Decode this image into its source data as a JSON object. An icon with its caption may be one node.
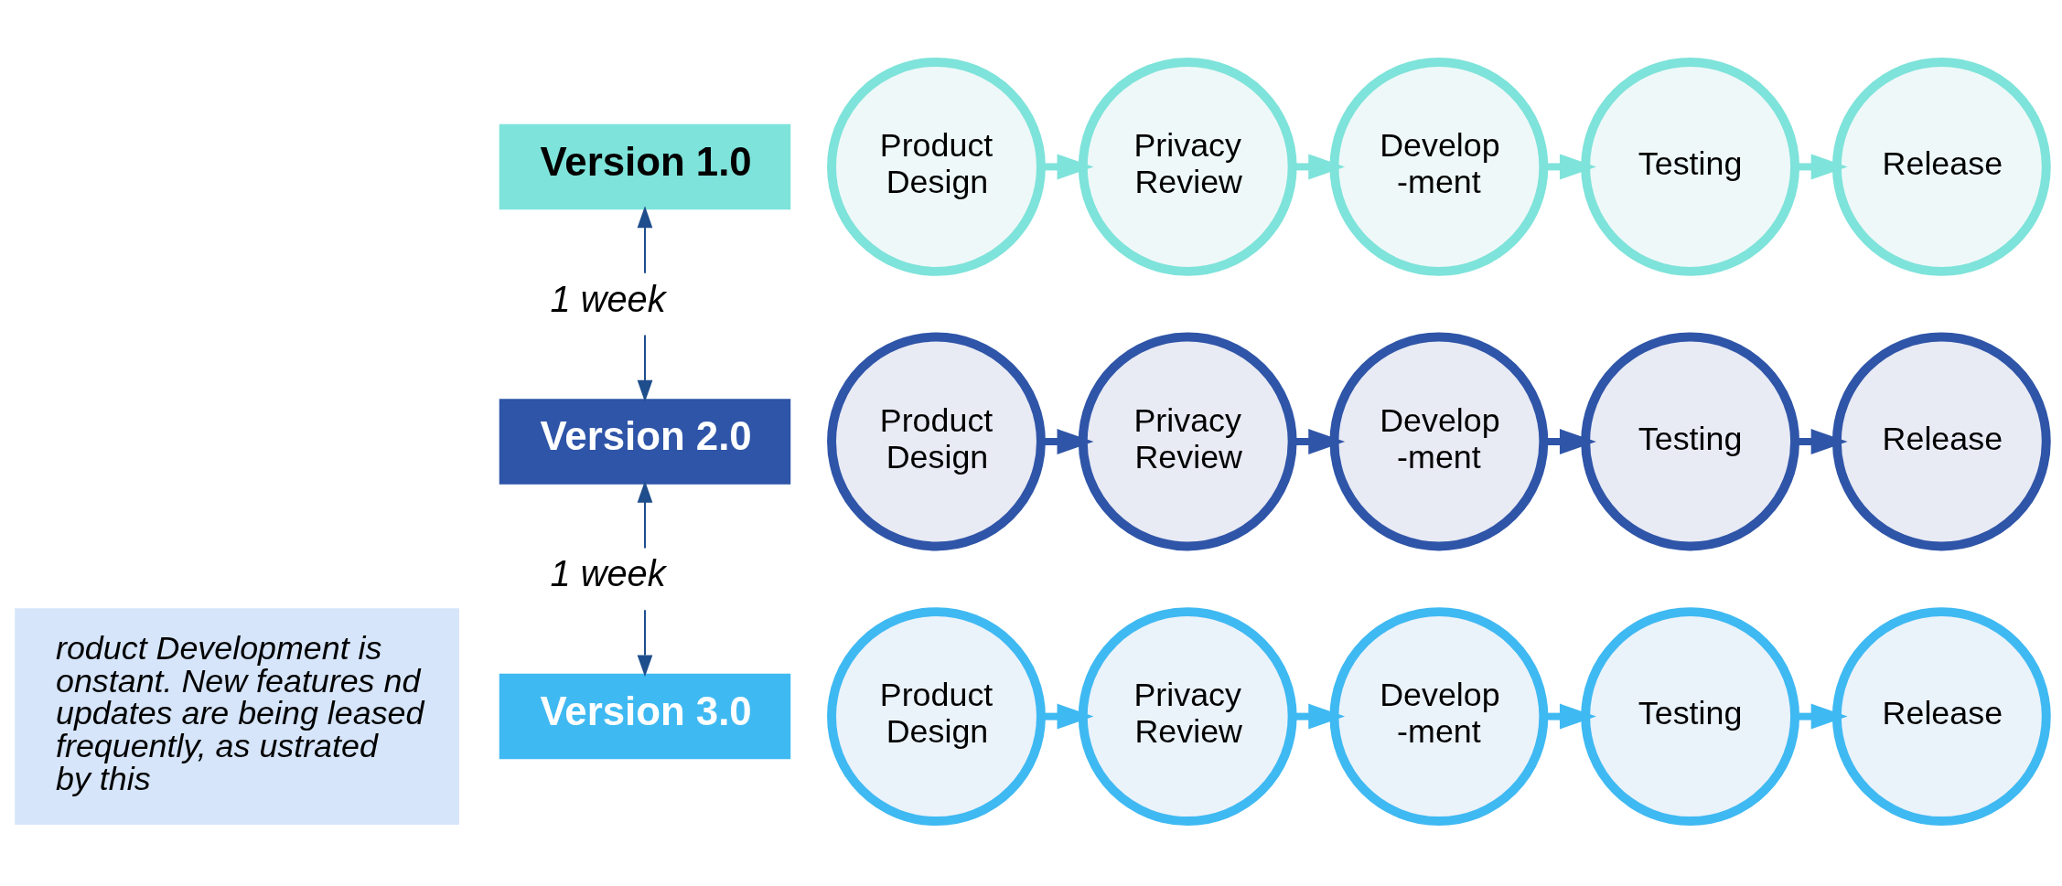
{
  "diagram": {
    "nodes": [
      {
        "text": [
          "Version 1.0"
        ]
      },
      {
        "text": [
          "Product Design"
        ]
      },
      {
        "text": [
          "Privacy Review"
        ]
      },
      {
        "text": [
          "Develop -ment"
        ]
      },
      {
        "text": [
          "Testing"
        ]
      },
      {
        "text": [
          "Release"
        ]
      },
      {
        "text": [
          "Version 2.0"
        ]
      },
      {
        "text": [
          "Product Design"
        ]
      },
      {
        "text": [
          "Privacy Review"
        ]
      },
      {
        "text": [
          "Develop -ment"
        ]
      },
      {
        "text": [
          "Testing"
        ]
      },
      {
        "text": [
          "Release"
        ]
      },
      {
        "text": [
          "Version 3.0"
        ]
      },
      {
        "text": [
          "Product Design"
        ]
      },
      {
        "text": [
          "Privacy Review"
        ]
      },
      {
        "text": [
          "Develop -ment"
        ]
      },
      {
        "text": [
          "Testing"
        ]
      },
      {
        "text": [
          "Release"
        ]
      },
      {
        "text": [
          "roduct Development is onstant. New features nd updates are being leased frequently, as ustrated by this"
        ]
      }
    ],
    "edges": [
      {
        "from": 1,
        "to": 2,
        "arrow": "to",
        "color": "#7ee3da"
      },
      {
        "from": 2,
        "to": 3,
        "arrow": "to",
        "color": "#7ee3da"
      },
      {
        "from": 3,
        "to": 4,
        "arrow": "to",
        "color": "#7ee3da"
      },
      {
        "from": 4,
        "to": 5,
        "arrow": "to",
        "color": "#7ee3da"
      },
      {
        "from": 7,
        "to": 8,
        "arrow": "to",
        "color": "#2f55a8"
      },
      {
        "from": 8,
        "to": 9,
        "arrow": "to",
        "color": "#2f55a8"
      },
      {
        "from": 9,
        "to": 10,
        "arrow": "to",
        "color": "#2f55a8"
      },
      {
        "from": 10,
        "to": 11,
        "arrow": "to",
        "color": "#2f55a8"
      },
      {
        "from": 13,
        "to": 14,
        "arrow": "to",
        "color": "#3fb9f2"
      },
      {
        "from": 14,
        "to": 15,
        "arrow": "to",
        "color": "#3fb9f2"
      },
      {
        "from": 15,
        "to": 16,
        "arrow": "to",
        "color": "#3fb9f2"
      },
      {
        "from": 16,
        "to": 17,
        "arrow": "to",
        "color": "#3fb9f2"
      },
      {
        "from": 0,
        "to": 6,
        "arrow": "both",
        "label": "1 week",
        "color": "#1f4e8c"
      },
      {
        "from": 6,
        "to": 12,
        "arrow": "both",
        "label": "1 week",
        "color": "#1f4e8c"
      }
    ]
  }
}
